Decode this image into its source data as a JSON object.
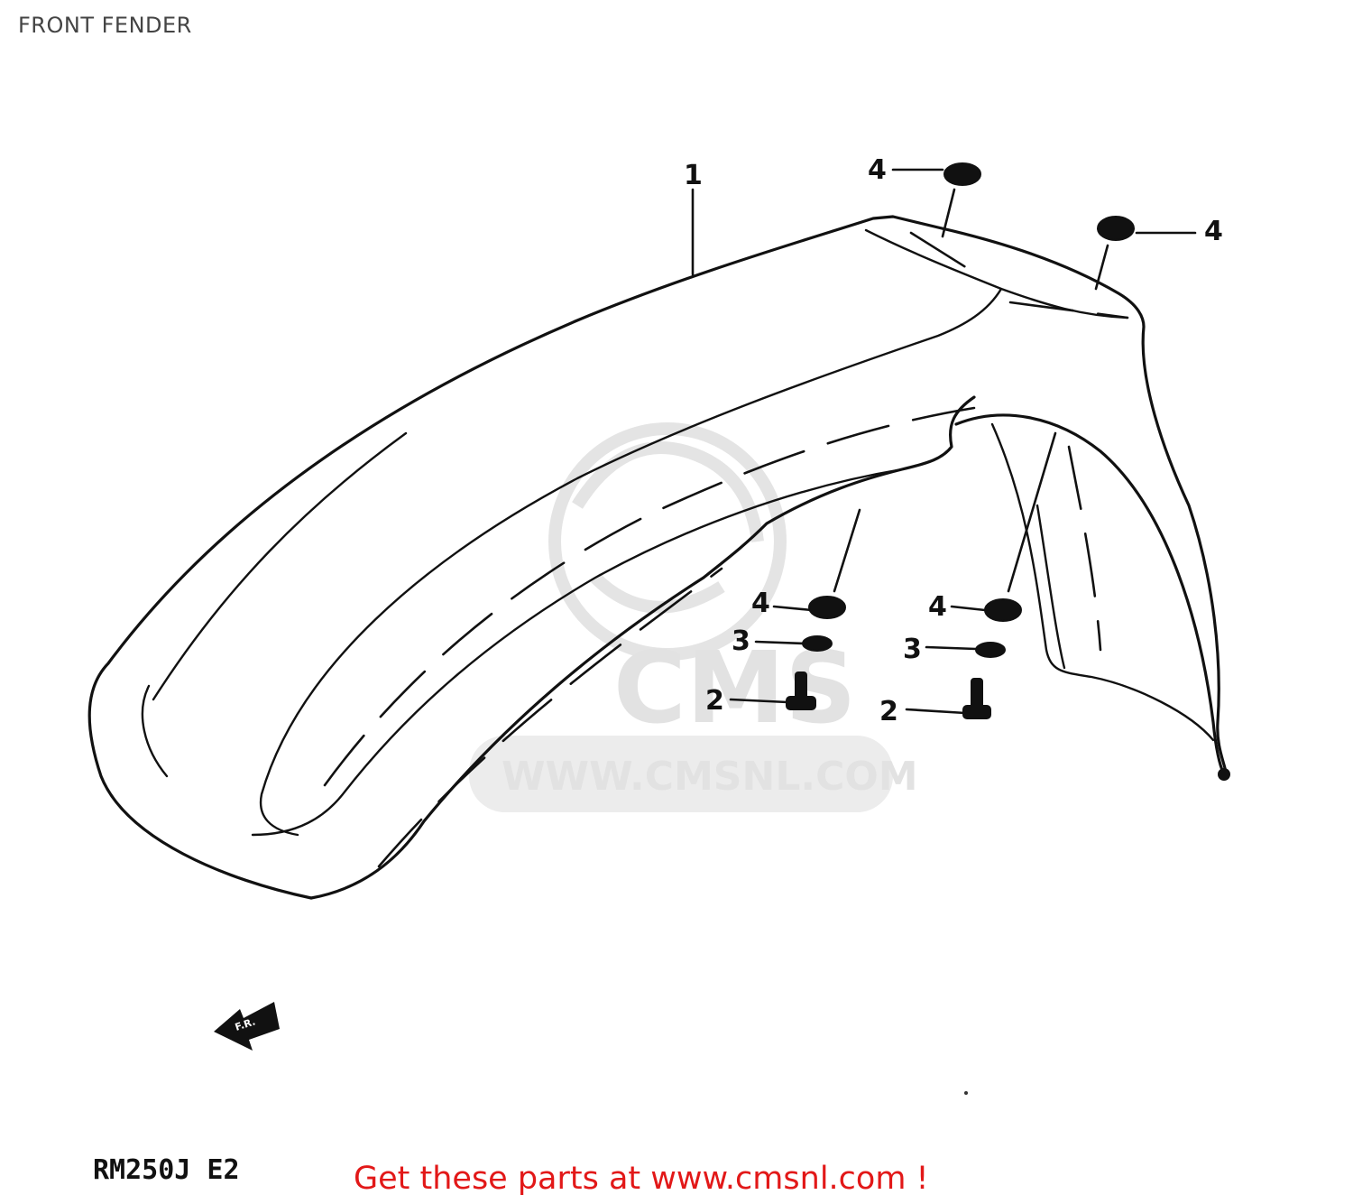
{
  "title": "FRONT FENDER",
  "watermark": {
    "logo_text": "CMS",
    "url_text": "WWW.CMSNL.COM"
  },
  "callouts": [
    {
      "number": "1",
      "part": "front fender"
    },
    {
      "number": "4",
      "part": "nut (top left)"
    },
    {
      "number": "4",
      "part": "nut (top right)"
    },
    {
      "number": "4",
      "part": "nut (lower left)"
    },
    {
      "number": "4",
      "part": "nut (lower right)"
    },
    {
      "number": "3",
      "part": "washer (left)"
    },
    {
      "number": "3",
      "part": "washer (right)"
    },
    {
      "number": "2",
      "part": "bolt (left)"
    },
    {
      "number": "2",
      "part": "bolt (right)"
    }
  ],
  "direction_arrow_label": "F.R.",
  "model_code": "RM250J E2",
  "footer": "Get these parts at www.cmsnl.com !"
}
